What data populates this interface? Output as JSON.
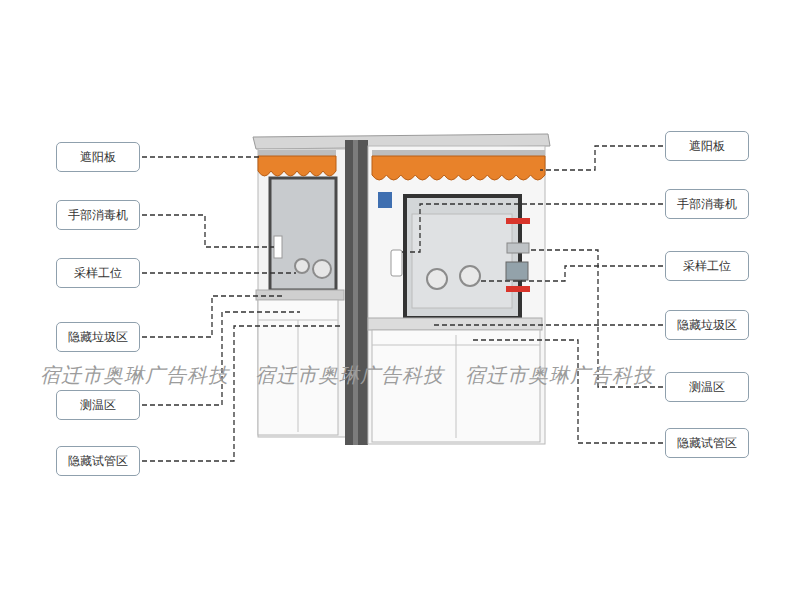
{
  "diagram": {
    "nodes": [
      {
        "text": [
          "遮阳板"
        ]
      },
      {
        "text": [
          "遮阳板"
        ]
      },
      {
        "text": [
          "手部消毒机"
        ]
      },
      {
        "text": [
          "手部消毒机"
        ]
      },
      {
        "text": [
          "采样工位"
        ]
      },
      {
        "text": [
          "采样工位"
        ]
      },
      {
        "text": [
          "隐藏垃圾区"
        ]
      },
      {
        "text": [
          "隐藏垃圾区"
        ]
      },
      {
        "text": [
          "测温区"
        ]
      },
      {
        "text": [
          "测温区"
        ]
      },
      {
        "text": [
          "隐藏试管区"
        ]
      },
      {
        "text": [
          "隐藏试管区"
        ]
      }
    ],
    "labels": [
      "宿迁市奥琳广告科技",
      "宿迁市奥琳广告科技",
      "宿迁市奥琳广告科技"
    ]
  }
}
